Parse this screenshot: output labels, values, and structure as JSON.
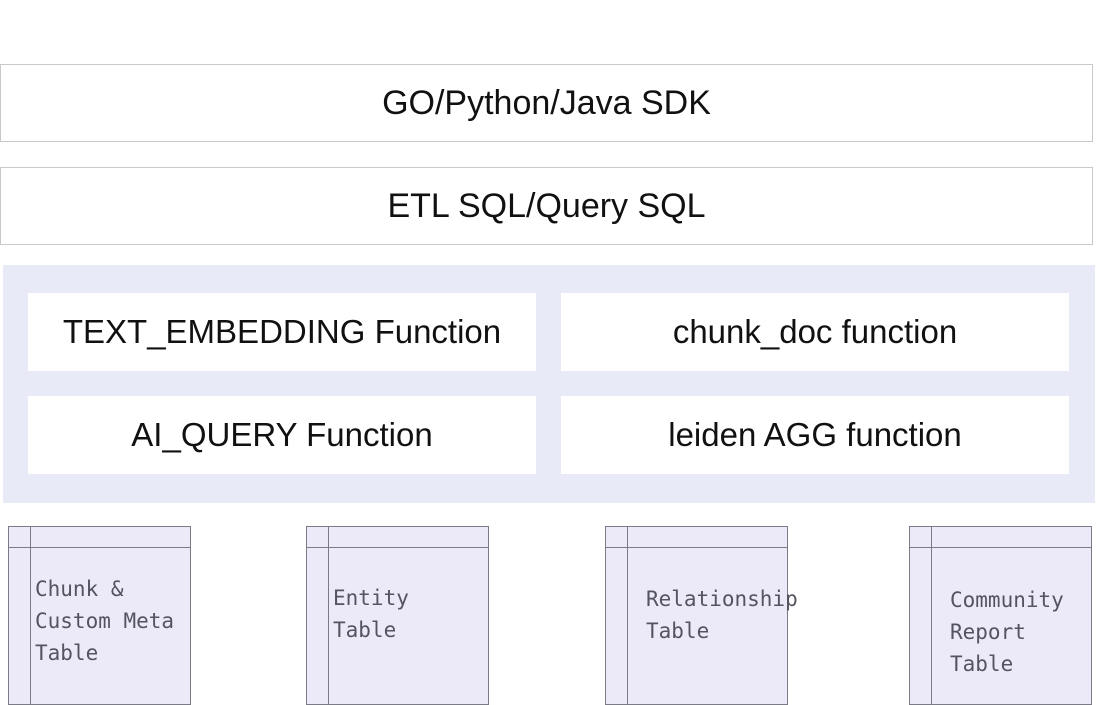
{
  "layers": {
    "sdk": "GO/Python/Java SDK",
    "sql": "ETL SQL/Query SQL"
  },
  "functions": [
    "TEXT_EMBEDDING Function",
    "chunk_doc function",
    "AI_QUERY Function",
    "leiden AGG function"
  ],
  "tables": [
    "Chunk &\nCustom Meta\nTable",
    "Entity\nTable",
    "Relationship\nTable",
    "Community\nReport\nTable"
  ],
  "colors": {
    "function_panel": "#e9eaf8",
    "table_fill": "#eceaf9",
    "table_stroke": "#7b7a87",
    "layer_border": "#c9c9c9"
  }
}
